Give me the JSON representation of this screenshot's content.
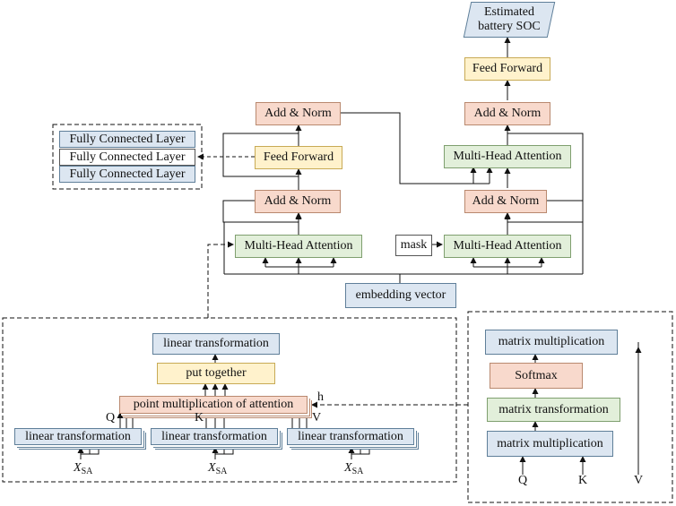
{
  "nodes": {
    "output": "Estimated battery SOC",
    "decoder_feed_forward_top": "Feed Forward",
    "decoder_add_norm_top": "Add & Norm",
    "decoder_mha_cross": "Multi-Head Attention",
    "decoder_add_norm_mid": "Add & Norm",
    "decoder_mha_masked": "Multi-Head Attention",
    "mask": "mask",
    "encoder_add_norm_top": "Add & Norm",
    "encoder_feed_forward": "Feed Forward",
    "encoder_add_norm_bottom": "Add & Norm",
    "encoder_mha": "Multi-Head Attention",
    "embedding": "embedding vector"
  },
  "ff_detail": {
    "layers": [
      "Fully Connected Layer",
      "Fully Connected Layer",
      "Fully Connected Layer"
    ]
  },
  "mha_detail": {
    "linear_out": "linear transformation",
    "put_together": "put together",
    "point_mult": "point multiplication of attention",
    "heads_label": "h",
    "q_label": "Q",
    "k_label": "K",
    "v_label": "V",
    "linear_q": "linear transformation",
    "linear_k": "linear transformation",
    "linear_v": "linear transformation",
    "input_main": "X",
    "input_sub": "SA"
  },
  "attention_detail": {
    "matmul_top": "matrix multiplication",
    "softmax": "Softmax",
    "matrix_transform": "matrix transformation",
    "matmul_bottom": "matrix multiplication",
    "q": "Q",
    "k": "K",
    "v": "V"
  }
}
